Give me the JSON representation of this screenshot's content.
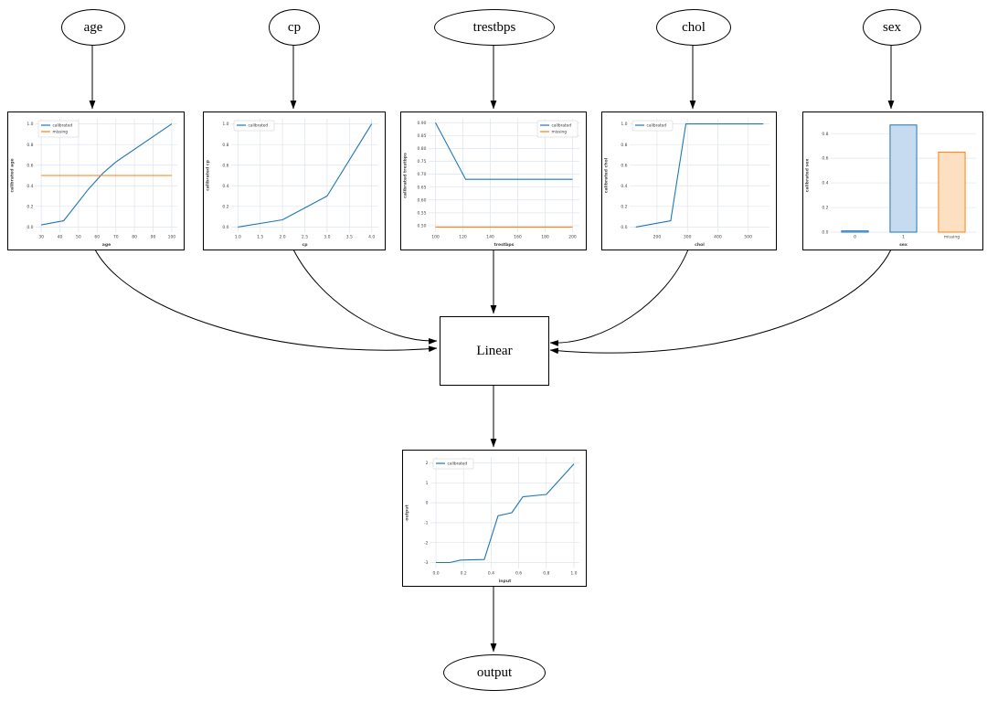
{
  "nodes": {
    "inputs": [
      {
        "id": "age",
        "label": "age"
      },
      {
        "id": "cp",
        "label": "cp"
      },
      {
        "id": "trestbps",
        "label": "trestbps"
      },
      {
        "id": "chol",
        "label": "chol"
      },
      {
        "id": "sex",
        "label": "sex"
      }
    ],
    "linear": {
      "label": "Linear"
    },
    "output": {
      "label": "output"
    }
  },
  "colors": {
    "calibrated": "#1f77b4",
    "missing": "#ff7f0e",
    "calibrated_fill": "#c6dbef",
    "missing_fill": "#fde0c2",
    "grid": "#dde4ee",
    "edge": "#000000"
  },
  "chart_data": [
    {
      "id": "age-calibrator",
      "type": "line",
      "title": "",
      "xlabel": "age",
      "ylabel": "calibrated age",
      "xlim": [
        27,
        103
      ],
      "ylim": [
        -0.05,
        1.05
      ],
      "xticks": [
        [
          30,
          "30"
        ],
        [
          40,
          "40"
        ],
        [
          50,
          "50"
        ],
        [
          60,
          "60"
        ],
        [
          70,
          "70"
        ],
        [
          80,
          "80"
        ],
        [
          90,
          "90"
        ],
        [
          100,
          "100"
        ]
      ],
      "yticks": [
        [
          0,
          "0.0"
        ],
        [
          0.2,
          "0.2"
        ],
        [
          0.4,
          "0.4"
        ],
        [
          0.6,
          "0.6"
        ],
        [
          0.8,
          "0.8"
        ],
        [
          1,
          "1.0"
        ]
      ],
      "legend_pos": "top-left",
      "series": [
        {
          "name": "calibrated",
          "color": "#1f77b4",
          "points": [
            [
              30,
              0.02
            ],
            [
              42,
              0.06
            ],
            [
              55,
              0.36
            ],
            [
              63,
              0.52
            ],
            [
              70,
              0.63
            ],
            [
              100,
              1.0
            ]
          ]
        },
        {
          "name": "missing",
          "color": "#ff7f0e",
          "points": [
            [
              30,
              0.5
            ],
            [
              100,
              0.5
            ]
          ]
        }
      ]
    },
    {
      "id": "cp-calibrator",
      "type": "line",
      "title": "",
      "xlabel": "cp",
      "ylabel": "calibrated cp",
      "xlim": [
        0.85,
        4.15
      ],
      "ylim": [
        -0.05,
        1.05
      ],
      "xticks": [
        [
          1,
          "1.0"
        ],
        [
          1.5,
          "1.5"
        ],
        [
          2,
          "2.0"
        ],
        [
          2.5,
          "2.5"
        ],
        [
          3,
          "3.0"
        ],
        [
          3.5,
          "3.5"
        ],
        [
          4,
          "4.0"
        ]
      ],
      "yticks": [
        [
          0,
          "0.0"
        ],
        [
          0.2,
          "0.2"
        ],
        [
          0.4,
          "0.4"
        ],
        [
          0.6,
          "0.6"
        ],
        [
          0.8,
          "0.8"
        ],
        [
          1,
          "1.0"
        ]
      ],
      "legend_pos": "top-left",
      "series": [
        {
          "name": "calibrated",
          "color": "#1f77b4",
          "points": [
            [
              1,
              0.0
            ],
            [
              2,
              0.07
            ],
            [
              3,
              0.3
            ],
            [
              4,
              1.0
            ]
          ]
        }
      ]
    },
    {
      "id": "trestbps-calibrator",
      "type": "line",
      "title": "",
      "xlabel": "trestbps",
      "ylabel": "calibrated trestbps",
      "xlim": [
        95,
        205
      ],
      "ylim": [
        0.475,
        0.915
      ],
      "xticks": [
        [
          100,
          "100"
        ],
        [
          120,
          "120"
        ],
        [
          140,
          "140"
        ],
        [
          160,
          "160"
        ],
        [
          180,
          "180"
        ],
        [
          200,
          "200"
        ]
      ],
      "yticks": [
        [
          0.5,
          "0.50"
        ],
        [
          0.55,
          "0.55"
        ],
        [
          0.6,
          "0.60"
        ],
        [
          0.65,
          "0.65"
        ],
        [
          0.7,
          "0.70"
        ],
        [
          0.75,
          "0.75"
        ],
        [
          0.8,
          "0.80"
        ],
        [
          0.85,
          "0.85"
        ],
        [
          0.9,
          "0.90"
        ]
      ],
      "legend_pos": "top-right",
      "series": [
        {
          "name": "calibrated",
          "color": "#1f77b4",
          "points": [
            [
              100,
              0.9
            ],
            [
              122,
              0.68
            ],
            [
              200,
              0.68
            ]
          ]
        },
        {
          "name": "missing",
          "color": "#ff7f0e",
          "points": [
            [
              100,
              0.495
            ],
            [
              200,
              0.495
            ]
          ]
        }
      ]
    },
    {
      "id": "chol-calibrator",
      "type": "line",
      "title": "",
      "xlabel": "chol",
      "ylabel": "calibrated chol",
      "xlim": [
        110,
        570
      ],
      "ylim": [
        -0.05,
        1.05
      ],
      "xticks": [
        [
          200,
          "200"
        ],
        [
          300,
          "300"
        ],
        [
          400,
          "400"
        ],
        [
          500,
          "500"
        ]
      ],
      "yticks": [
        [
          0,
          "0.0"
        ],
        [
          0.2,
          "0.2"
        ],
        [
          0.4,
          "0.4"
        ],
        [
          0.6,
          "0.6"
        ],
        [
          0.8,
          "0.8"
        ],
        [
          1,
          "1.0"
        ]
      ],
      "legend_pos": "top-left",
      "series": [
        {
          "name": "calibrated",
          "color": "#1f77b4",
          "points": [
            [
              130,
              0.0
            ],
            [
              245,
              0.06
            ],
            [
              295,
              1.0
            ],
            [
              550,
              1.0
            ]
          ]
        }
      ]
    },
    {
      "id": "sex-calibrator",
      "type": "bar",
      "title": "",
      "xlabel": "sex",
      "ylabel": "calibrated sex",
      "ylim": [
        0,
        0.92
      ],
      "yticks": [
        [
          0,
          "0.0"
        ],
        [
          0.2,
          "0.2"
        ],
        [
          0.4,
          "0.4"
        ],
        [
          0.6,
          "0.6"
        ],
        [
          0.8,
          "0.8"
        ]
      ],
      "categories": [
        "0",
        "1",
        "missing"
      ],
      "bars": [
        {
          "label": "0",
          "value": 0.01,
          "fill": "#c6dbef",
          "edge": "#1f77b4"
        },
        {
          "label": "1",
          "value": 0.87,
          "fill": "#c6dbef",
          "edge": "#1f77b4"
        },
        {
          "label": "missing",
          "value": 0.65,
          "fill": "#fde0c2",
          "edge": "#ff7f0e"
        }
      ]
    },
    {
      "id": "output-calibrator",
      "type": "line",
      "title": "",
      "xlabel": "input",
      "ylabel": "output",
      "xlim": [
        -0.04,
        1.04
      ],
      "ylim": [
        -3.3,
        2.3
      ],
      "xticks": [
        [
          0,
          "0.0"
        ],
        [
          0.2,
          "0.2"
        ],
        [
          0.4,
          "0.4"
        ],
        [
          0.6,
          "0.6"
        ],
        [
          0.8,
          "0.8"
        ],
        [
          1,
          "1.0"
        ]
      ],
      "yticks": [
        [
          -3,
          "-3"
        ],
        [
          -2,
          "-2"
        ],
        [
          -1,
          "-1"
        ],
        [
          0,
          "0"
        ],
        [
          1,
          "1"
        ],
        [
          2,
          "2"
        ]
      ],
      "legend_pos": "top-left",
      "series": [
        {
          "name": "calibrated",
          "color": "#1f77b4",
          "points": [
            [
              0,
              -3.0
            ],
            [
              0.1,
              -3.0
            ],
            [
              0.18,
              -2.88
            ],
            [
              0.35,
              -2.85
            ],
            [
              0.45,
              -0.65
            ],
            [
              0.55,
              -0.5
            ],
            [
              0.63,
              0.3
            ],
            [
              0.8,
              0.42
            ],
            [
              1.0,
              1.95
            ]
          ]
        }
      ]
    }
  ]
}
